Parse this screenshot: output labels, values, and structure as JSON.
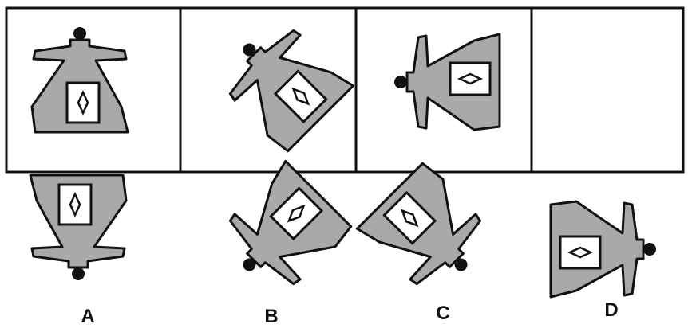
{
  "puzzle": {
    "sequence_cells": 4,
    "option_labels": [
      "A",
      "B",
      "C",
      "D"
    ],
    "colors": {
      "shape_fill": "#a9a9a9",
      "outline": "#111111",
      "window": "#ffffff",
      "dot": "#111111"
    }
  }
}
